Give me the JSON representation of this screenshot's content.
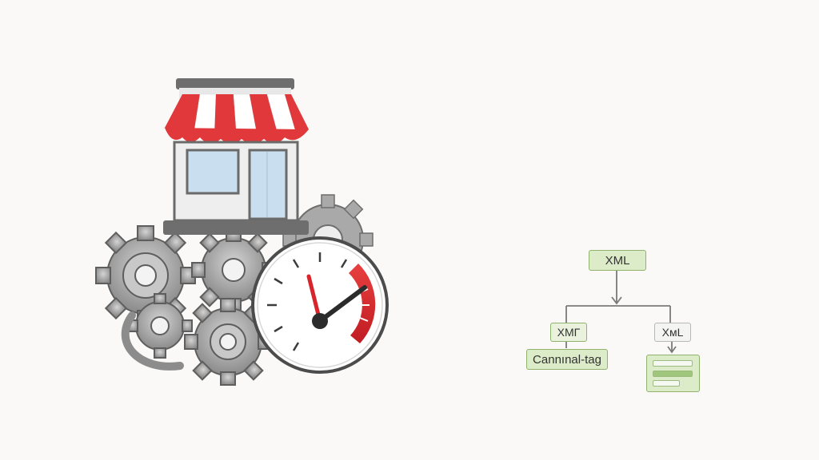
{
  "diagram": {
    "root_label": "XML",
    "left_child_label": "XMΓ",
    "right_child_label": "XмL",
    "left_leaf_label": "Cannınal-tag"
  },
  "illustration": {
    "storefront_colors": {
      "awning_red": "#e0383b",
      "awning_white": "#ffffff",
      "window_blue": "#c9dff0",
      "frame_gray": "#6a6a6a"
    },
    "gauge_accent": "#d8252b",
    "gear_color": "#9a9a9a"
  }
}
